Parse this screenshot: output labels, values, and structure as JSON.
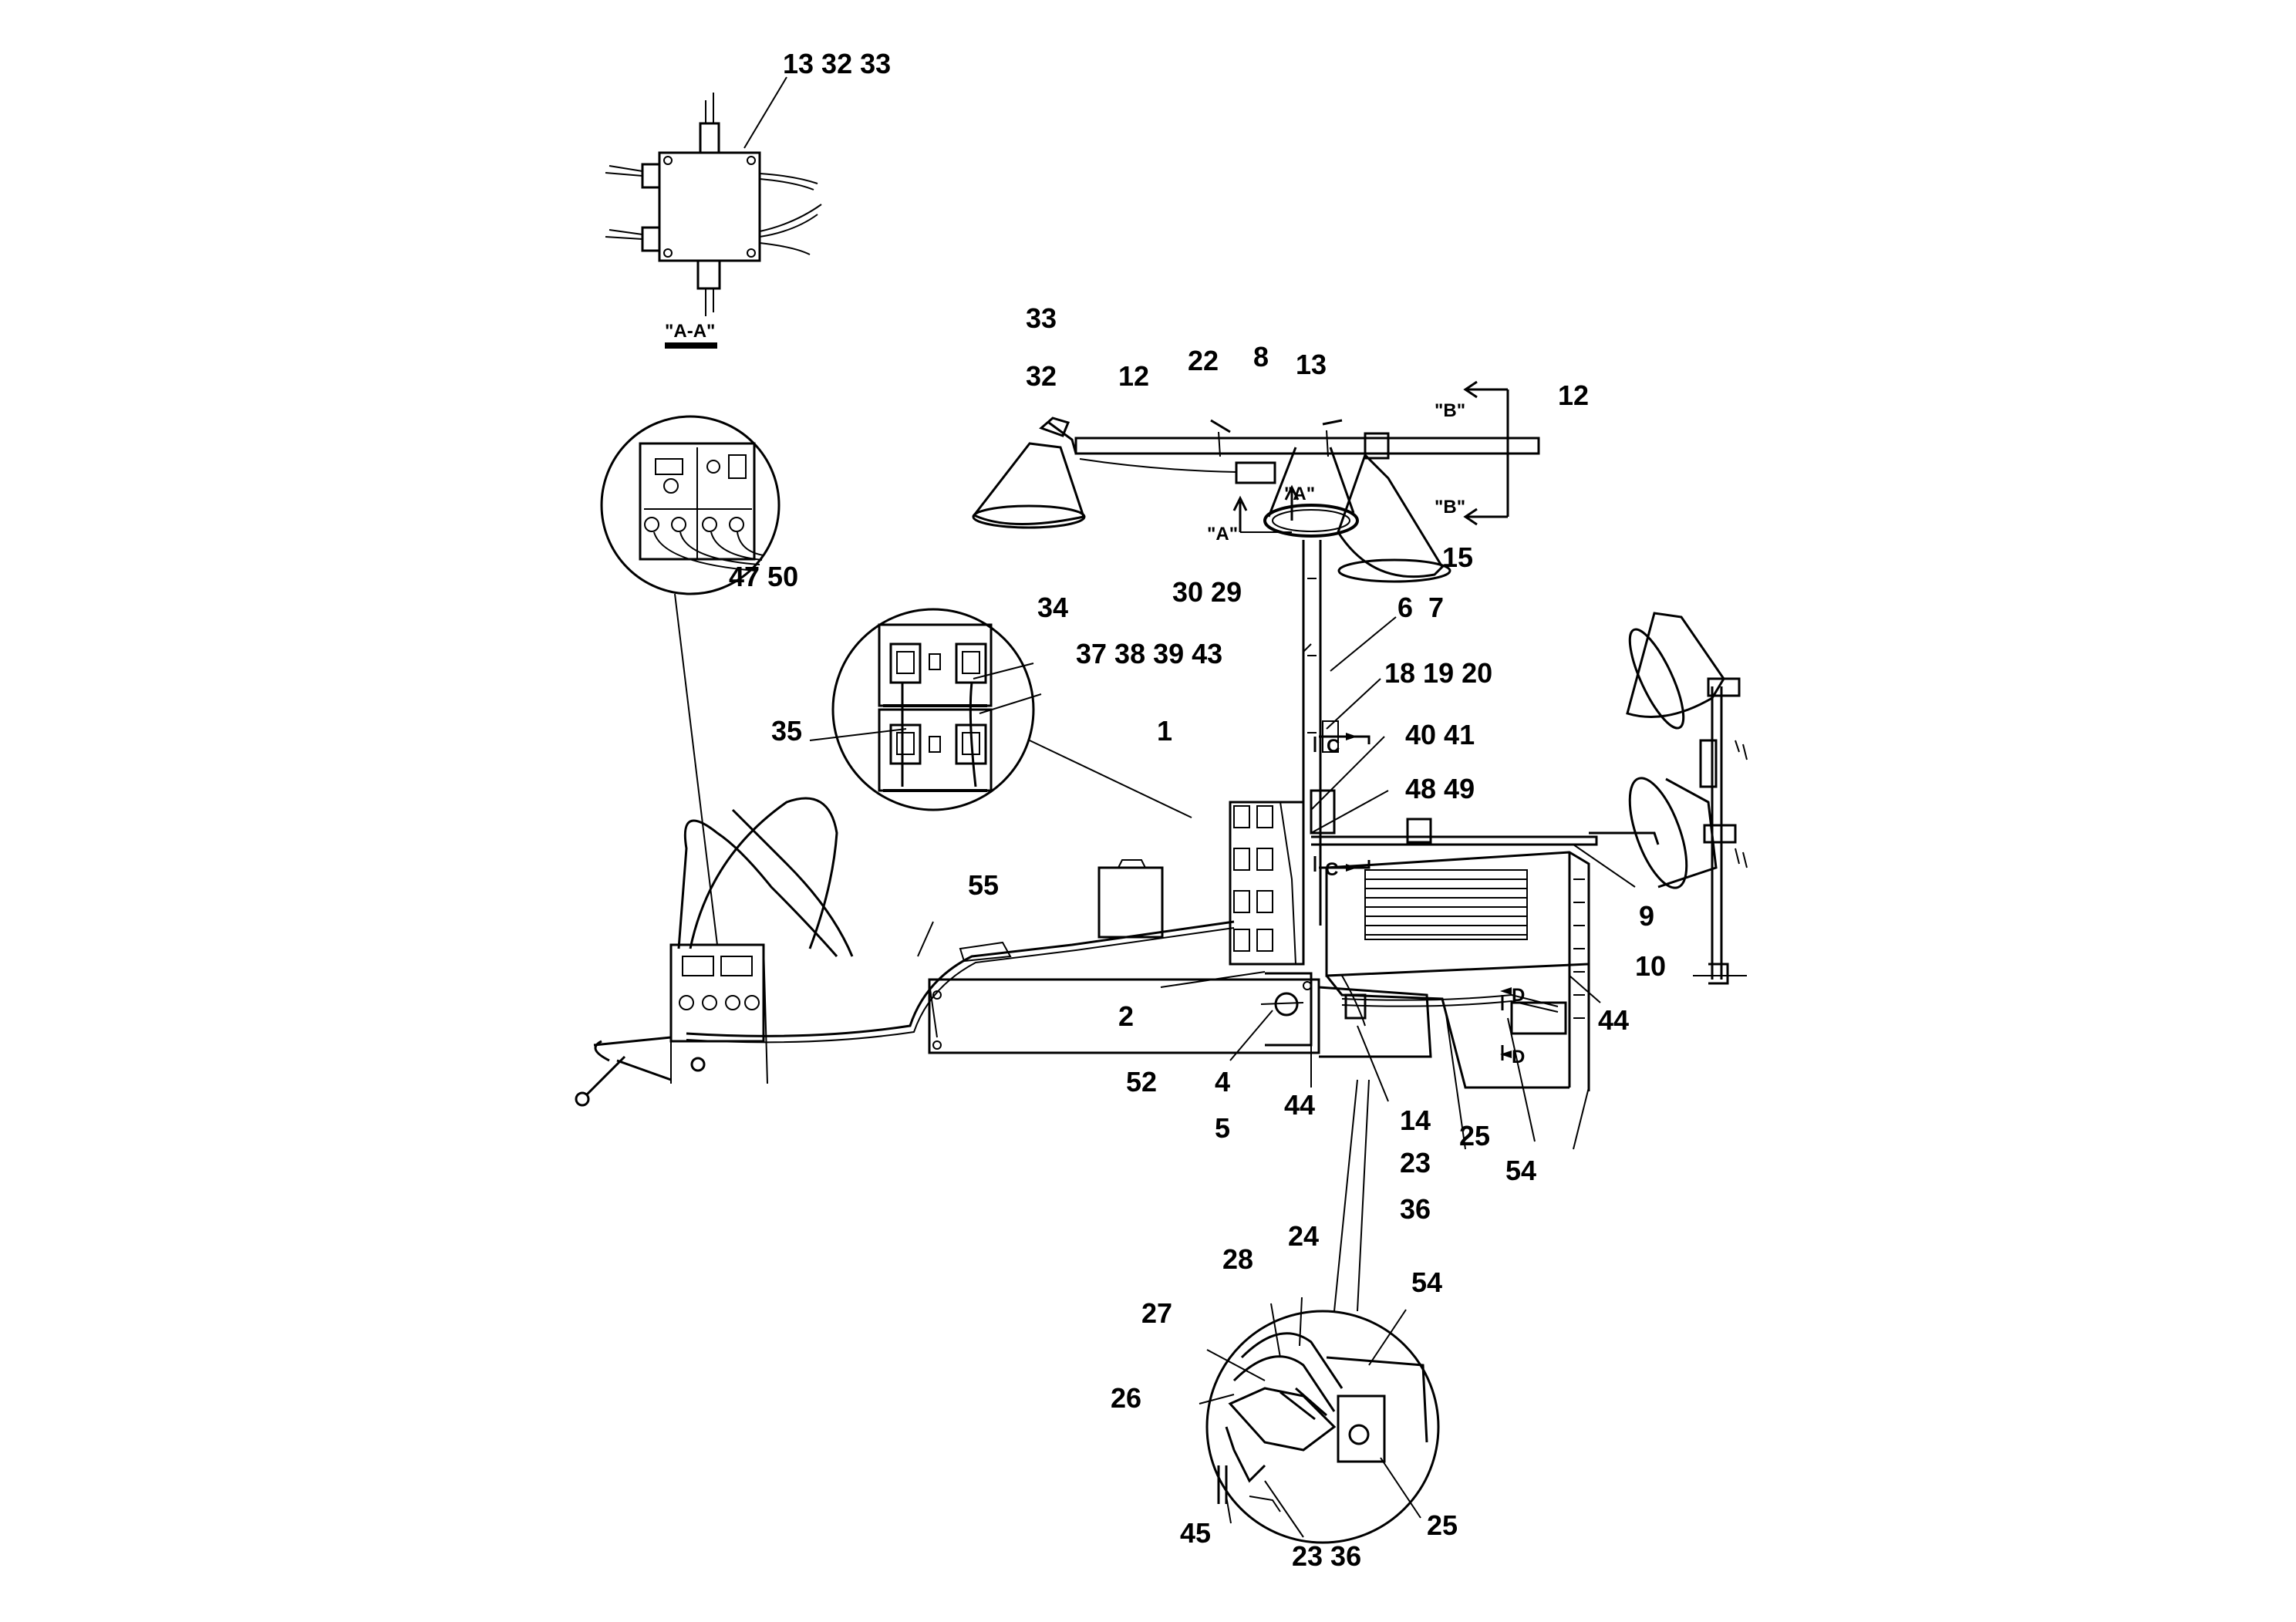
{
  "callouts": {
    "c13_32_33_top": "13 32 33",
    "c33": "33",
    "c32": "32",
    "c12a": "12",
    "c22": "22",
    "c8": "8",
    "c13": "13",
    "c12b": "12",
    "c15": "15",
    "c30_29": "30 29",
    "c6_7": "6  7",
    "c47_50": "47 50",
    "c34": "34",
    "c37_43": "37 38 39 43",
    "c18_20": "18 19 20",
    "c35": "35",
    "c1": "1",
    "c40_41": "40 41",
    "c48_49": "48 49",
    "c55": "55",
    "c9": "9",
    "c10": "10",
    "c2": "2",
    "c44a": "44",
    "c52": "52",
    "c4": "4",
    "c5": "5",
    "c44b": "44",
    "c14": "14",
    "c23": "23",
    "c36": "36",
    "c25a": "25",
    "c54a": "54",
    "c28": "28",
    "c24": "24",
    "c54b": "54",
    "c27": "27",
    "c26": "26",
    "c45": "45",
    "c23_36": "23 36",
    "c25b": "25"
  },
  "section_marks": {
    "aa_view": "\"A-A\"",
    "a_left": "\"A\"",
    "a_right": "\"A\"",
    "b_top": "\"B\"",
    "b_bottom": "\"B\"",
    "c_top": "C",
    "c_bottom": "C",
    "d_top": "D",
    "d_bottom": "D"
  }
}
